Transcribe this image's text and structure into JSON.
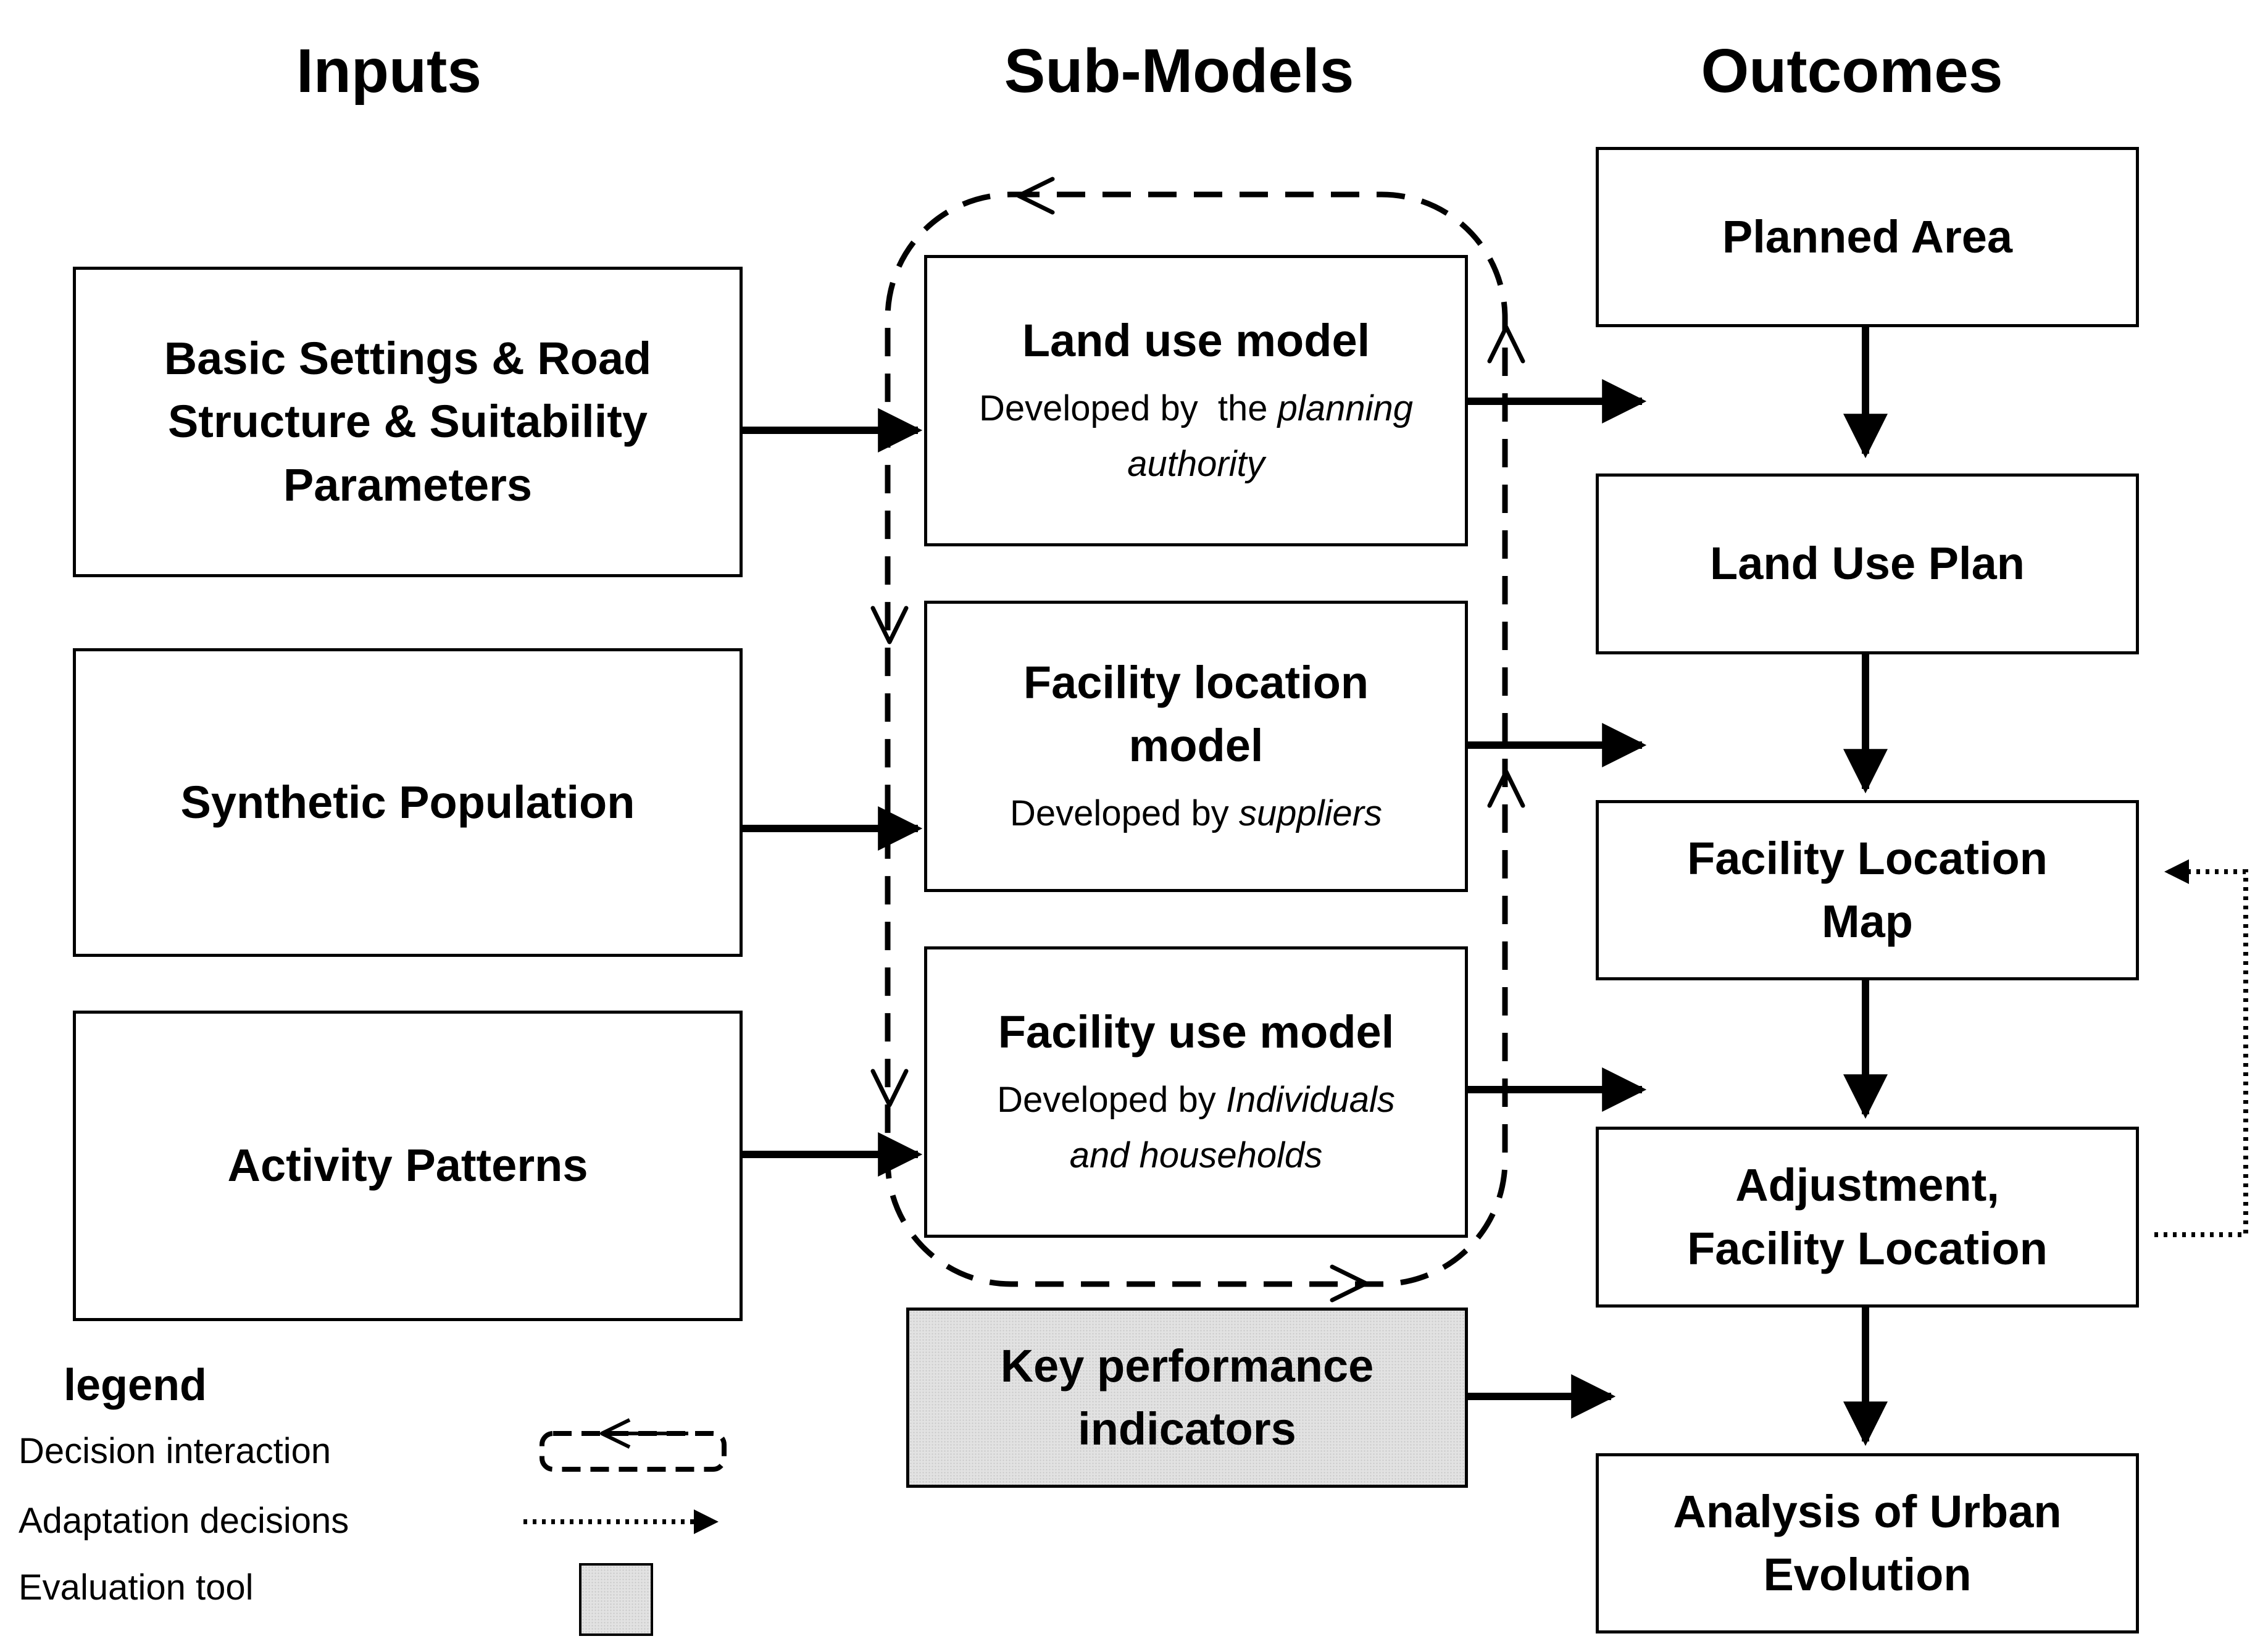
{
  "headers": {
    "inputs": "Inputs",
    "submodels": "Sub-Models",
    "outcomes": "Outcomes"
  },
  "inputs": {
    "basic": [
      "Basic Settings & Road",
      "Structure & Suitability",
      "Parameters"
    ],
    "population": "Synthetic Population",
    "activity": "Activity Patterns"
  },
  "submodels": {
    "land_use": {
      "title": "Land use model",
      "sub_prefix": "Developed by  the ",
      "sub_italic": "planning authority"
    },
    "facility_location": {
      "title": [
        "Facility location",
        "model"
      ],
      "sub_prefix": "Developed by ",
      "sub_italic": "suppliers"
    },
    "facility_use": {
      "title": "Facility use model",
      "sub_prefix": "Developed by ",
      "sub_italic_1": "Individuals",
      "sub_italic_2": "and households"
    },
    "kpi": [
      "Key performance",
      "indicators"
    ]
  },
  "outcomes": {
    "planned_area": "Planned Area",
    "land_use_plan": "Land Use Plan",
    "facility_location_map": [
      "Facility Location",
      "Map"
    ],
    "adjustment": [
      "Adjustment,",
      "Facility Location"
    ],
    "analysis": [
      "Analysis of Urban",
      "Evolution"
    ]
  },
  "legend": {
    "title": "legend",
    "decision_interaction": "Decision interaction",
    "adaptation_decisions": "Adaptation decisions",
    "evaluation_tool": "Evaluation tool"
  },
  "colors": {
    "stroke": "#000000",
    "kpi_fill": "#e2e2e2"
  }
}
